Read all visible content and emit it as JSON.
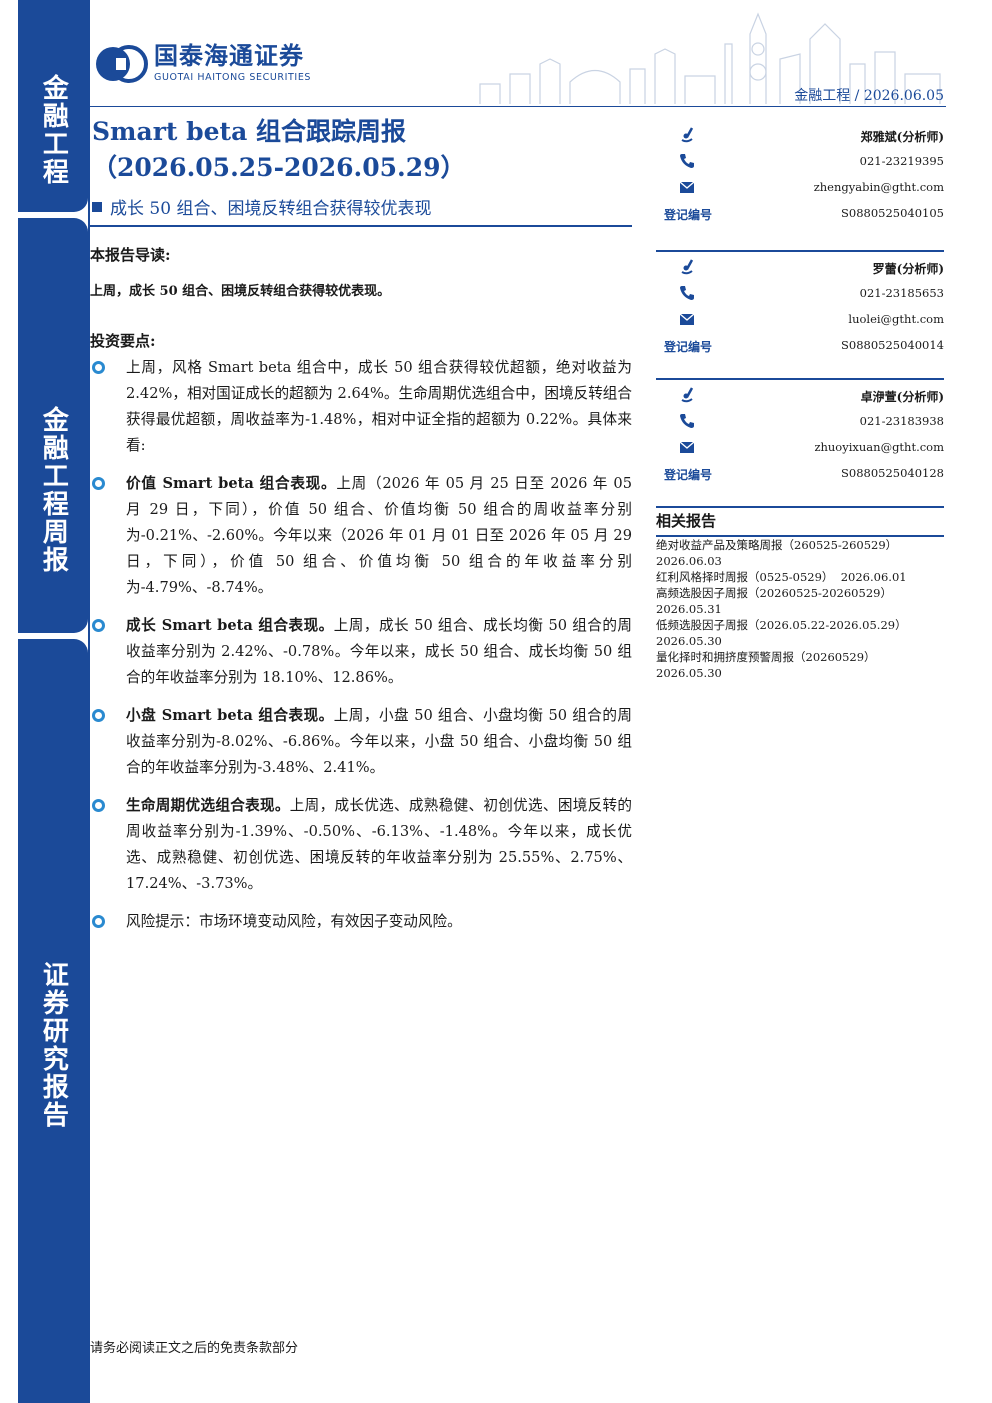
{
  "sidebar": {
    "block1": "金融工程",
    "block2": "金融工程周报",
    "block3": "证券研究报告"
  },
  "header": {
    "logo_cn": "国泰海通证券",
    "logo_en": "GUOTAI HAITONG SECURITIES",
    "tag": "金融工程 / 2026.06.05",
    "brand_color": "#1b4a99"
  },
  "title": {
    "line1": "Smart beta 组合跟踪周报",
    "line2": "（2026.05.25-2026.05.29）",
    "subtitle": "成长 50 组合、困境反转组合获得较优表现"
  },
  "intro": {
    "heading": "本报告导读:",
    "lead": "上周，成长 50 组合、困境反转组合获得较优表现。"
  },
  "points": {
    "heading": "投资要点:",
    "bullets": [
      {
        "bold": "",
        "text": "上周，风格 Smart beta 组合中，成长 50 组合获得较优超额，绝对收益为 2.42%，相对国证成长的超额为 2.64%。生命周期优选组合中，困境反转组合获得最优超额，周收益率为-1.48%，相对中证全指的超额为 0.22%。具体来看:"
      },
      {
        "bold": "价值 Smart beta 组合表现。",
        "text": "上周（2026 年 05 月 25 日至 2026 年 05 月 29 日，下同），价值 50 组合、价值均衡 50 组合的周收益率分别为-0.21%、-2.60%。今年以来（2026 年 01 月 01 日至 2026 年 05 月 29 日，下同），价值 50 组合、价值均衡 50 组合的年收益率分别为-4.79%、-8.74%。"
      },
      {
        "bold": "成长 Smart beta 组合表现。",
        "text": "上周，成长 50 组合、成长均衡 50 组合的周收益率分别为 2.42%、-0.78%。今年以来，成长 50 组合、成长均衡 50 组合的年收益率分别为 18.10%、12.86%。"
      },
      {
        "bold": "小盘 Smart beta 组合表现。",
        "text": "上周，小盘 50 组合、小盘均衡 50 组合的周收益率分别为-8.02%、-6.86%。今年以来，小盘 50 组合、小盘均衡 50 组合的年收益率分别为-3.48%、2.41%。"
      },
      {
        "bold": "生命周期优选组合表现。",
        "text": "上周，成长优选、成熟稳健、初创优选、困境反转的周收益率分别为-1.39%、-0.50%、-6.13%、-1.48%。今年以来，成长优选、成熟稳健、初创优选、困境反转的年收益率分别为 25.55%、2.75%、17.24%、-3.73%。"
      },
      {
        "bold": "",
        "text": "风险提示：市场环境变动风险，有效因子变动风险。"
      }
    ]
  },
  "analysts": [
    {
      "name": "郑雅斌(分析师)",
      "phone": "021-23219395",
      "email": "zhengyabin@gtht.com",
      "reg_label": "登记编号",
      "reg_no": "S0880525040105"
    },
    {
      "name": "罗蕾(分析师)",
      "phone": "021-23185653",
      "email": "luolei@gtht.com",
      "reg_label": "登记编号",
      "reg_no": "S0880525040014"
    },
    {
      "name": "卓洢萱(分析师)",
      "phone": "021-23183938",
      "email": "zhuoyixuan@gtht.com",
      "reg_label": "登记编号",
      "reg_no": "S0880525040128"
    }
  ],
  "related": {
    "heading": "相关报告",
    "items": [
      {
        "title": "绝对收益产品及策略周报（260525-260529）",
        "date": "2026.06.03"
      },
      {
        "title": "红利风格择时周报（0525-0529）",
        "date": "2026.06.01"
      },
      {
        "title": "高频选股因子周报（20260525-20260529）",
        "date": "2026.05.31"
      },
      {
        "title": "低频选股因子周报（2026.05.22-2026.05.29）",
        "date": "2026.05.30"
      },
      {
        "title": "量化择时和拥挤度预警周报（20260529）",
        "date": "2026.05.30"
      }
    ]
  },
  "footer": {
    "note": "请务必阅读正文之后的免责条款部分"
  }
}
